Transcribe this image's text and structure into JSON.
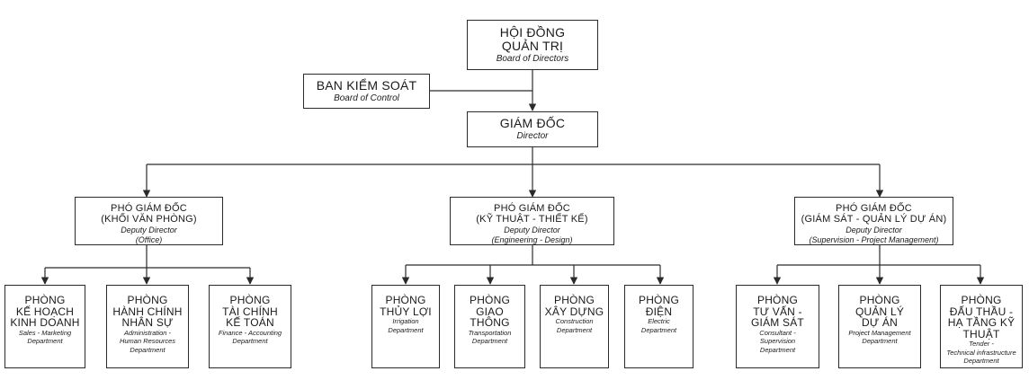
{
  "board": {
    "vi": [
      "HỘI ĐỒNG",
      "QUẢN TRỊ"
    ],
    "en": [
      "Board of Directors"
    ]
  },
  "control": {
    "vi": [
      "BAN KIỂM SOÁT"
    ],
    "en": [
      "Board of Control"
    ]
  },
  "director": {
    "vi": [
      "GIÁM ĐỐC"
    ],
    "en": [
      "Director"
    ]
  },
  "deputies": [
    {
      "vi": [
        "PHÓ GIÁM ĐỐC",
        "(KHỐI VĂN PHÒNG)"
      ],
      "en": [
        "Deputy Director",
        "(Office)"
      ]
    },
    {
      "vi": [
        "PHÓ GIÁM ĐỐC",
        "(KỸ THUẬT - THIẾT KẾ)"
      ],
      "en": [
        "Deputy Director",
        "(Engineering - Design)"
      ]
    },
    {
      "vi": [
        "PHÓ GIÁM ĐỐC",
        "(GIÁM SÁT - QUẢN LÝ DỰ ÁN)"
      ],
      "en": [
        "Deputy Director",
        "(Supervision - Project Management)"
      ]
    }
  ],
  "departments": [
    {
      "vi": [
        "PHÒNG",
        "KẾ HOẠCH",
        "KINH DOANH"
      ],
      "en": [
        "Sales - Marketing",
        "Department"
      ]
    },
    {
      "vi": [
        "PHÒNG",
        "HÀNH CHÍNH",
        "NHÂN SỰ"
      ],
      "en": [
        "Administration -",
        "Human Resources",
        "Department"
      ]
    },
    {
      "vi": [
        "PHÒNG",
        "TÀI CHÍNH",
        "KẾ TOÁN"
      ],
      "en": [
        "Finance - Accounting",
        "Department"
      ]
    },
    {
      "vi": [
        "PHÒNG",
        "THỦY LỢI"
      ],
      "en": [
        "Irrigation",
        "Department"
      ]
    },
    {
      "vi": [
        "PHÒNG",
        "GIAO THÔNG"
      ],
      "en": [
        "Transportation",
        "Department"
      ]
    },
    {
      "vi": [
        "PHÒNG",
        "XÂY DỰNG"
      ],
      "en": [
        "Construction",
        "Department"
      ]
    },
    {
      "vi": [
        "PHÒNG",
        "ĐIỆN"
      ],
      "en": [
        "Electric",
        "Department"
      ]
    },
    {
      "vi": [
        "PHÒNG",
        "TƯ VẤN -",
        "GIÁM SÁT"
      ],
      "en": [
        "Consultant -",
        "Supervision",
        "Department"
      ]
    },
    {
      "vi": [
        "PHÒNG",
        "QUẢN LÝ",
        "DỰ ÁN"
      ],
      "en": [
        "Project Management",
        "Department"
      ]
    },
    {
      "vi": [
        "PHÒNG",
        "ĐẤU THẦU -",
        "HẠ TẦNG KỸ",
        "THUẬT"
      ],
      "en": [
        "Tender -",
        "Technical infrastructure",
        "Department"
      ]
    }
  ]
}
